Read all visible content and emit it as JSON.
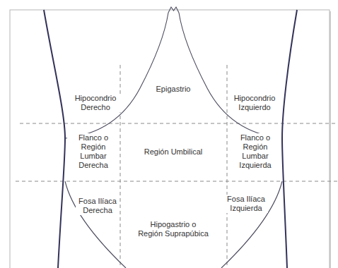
{
  "diagram": {
    "labels": [
      "Hipocondrio Derecho",
      "Epigastrio",
      "Hipocondrio Izquierdo",
      "Flanco o Región Lumbar Derecha",
      "Región Umbilical",
      "Flanco o Región Lumbar Izquierda",
      "Fosa Ilíaca Derecha",
      "Hipogastrio o Región Suprapúbica",
      "Fosa Ilíaca Izquierda"
    ]
  }
}
